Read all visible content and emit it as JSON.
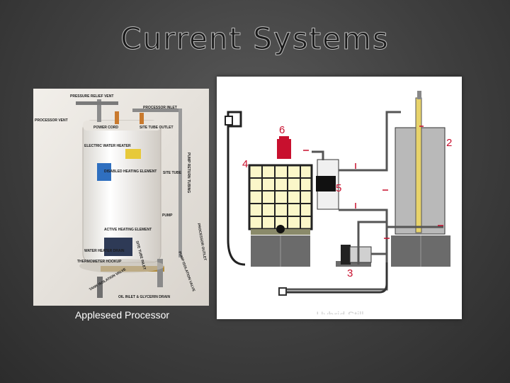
{
  "slide": {
    "title": "Current Systems",
    "left_caption": "Appleseed Processor",
    "right_caption": "Hybrid Still"
  },
  "photo_labels": {
    "pressure_vent": "PRESSURE RELIEF VENT",
    "processor_inlet": "PROCESSOR INLET",
    "processor_vent": "PROCESSOR VENT",
    "power_cord": "POWER CORD",
    "site_tube_outlet": "SITE TUBE OUTLET",
    "electric_water_heater": "ELECTRIC WATER HEATER",
    "disabled_element": "DISABLED HEATING ELEMENT",
    "site_tube": "SITE TUBE",
    "pump_return": "PUMP RETURN TUBING",
    "pump": "PUMP",
    "active_element": "ACTIVE HEATING ELEMENT",
    "water_heater_drain": "WATER HEATER DRAIN",
    "thermometer_hookup": "THERMOMETER HOOKUP",
    "site_tube_inlet": "SITE TUBE INLET",
    "pump_isolation": "PUMP ISOLATION VALVE",
    "oil_inlet": "OIL INLET & GLYCERIN DRAIN",
    "tank_isolation": "TANK ISOLATION VALVE",
    "processor_outlet": "PROCESSOR OUTLET"
  },
  "diagram_numbers": {
    "n1": "6",
    "n2": "2",
    "n3": "4",
    "n4": "5",
    "n5": "3"
  },
  "colors": {
    "title_fill": "#1a1a1a",
    "diagram_number": "#c8102e",
    "tote_fill": "#fbf7c9",
    "tank_fill": "#b9b9b9",
    "heater_body": "#f4f2ee"
  }
}
